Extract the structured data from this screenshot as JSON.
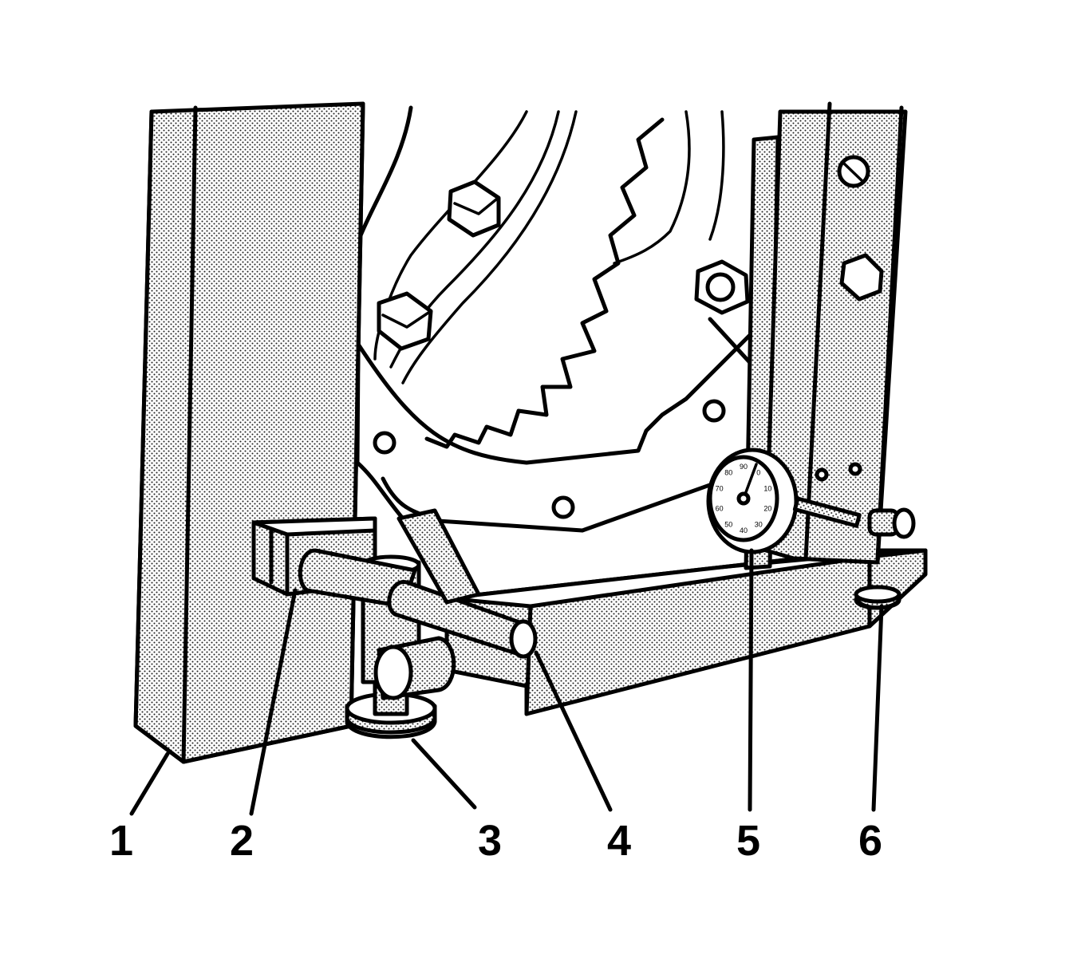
{
  "callouts": [
    {
      "id": "1",
      "label": "1"
    },
    {
      "id": "2",
      "label": "2"
    },
    {
      "id": "3",
      "label": "3"
    },
    {
      "id": "4",
      "label": "4"
    },
    {
      "id": "5",
      "label": "5"
    },
    {
      "id": "6",
      "label": "6"
    }
  ],
  "gauge": {
    "dial_numbers": [
      "90",
      "0",
      "10",
      "20",
      "30",
      "40",
      "50",
      "60",
      "70",
      "80"
    ]
  },
  "colors": {
    "line": "#000000",
    "stipple": "#9a9a9a",
    "paper": "#ffffff"
  }
}
